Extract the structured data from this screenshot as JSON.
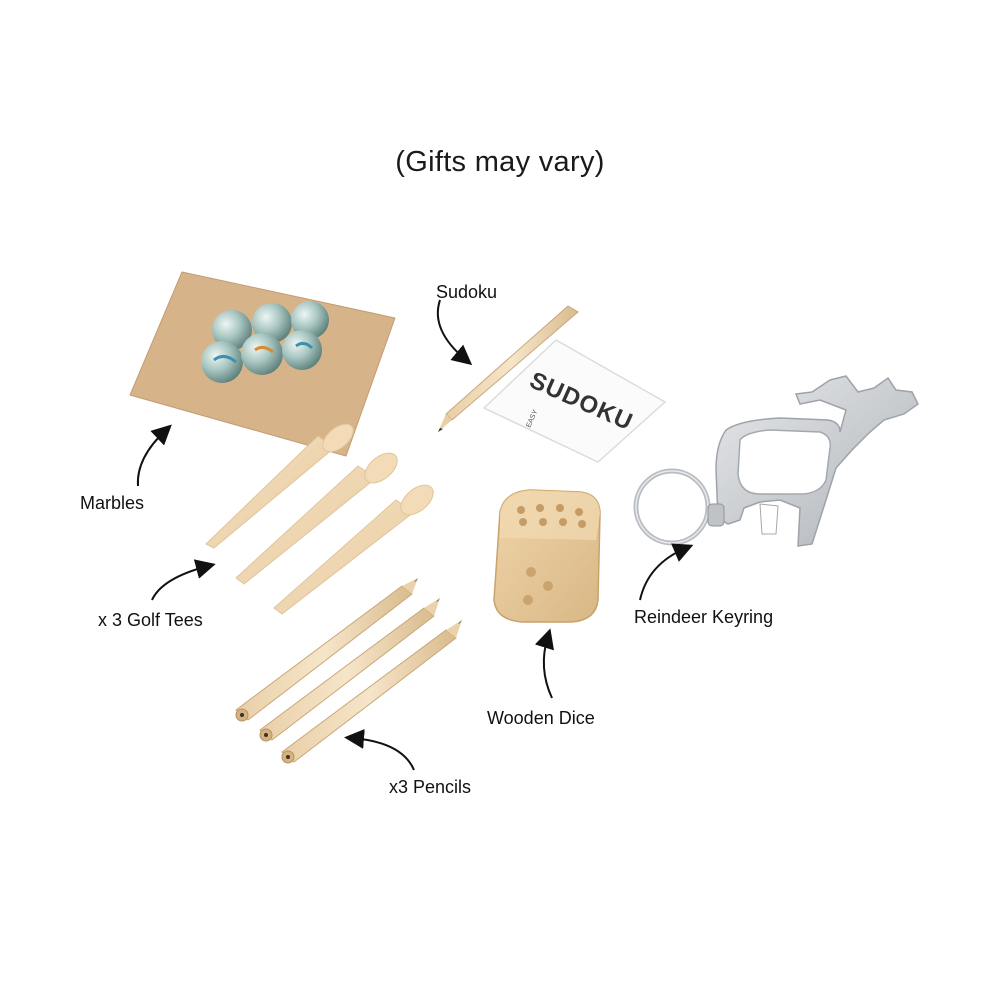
{
  "caption": "(Gifts may vary)",
  "labels": {
    "sudoku": "Sudoku",
    "marbles": "Marbles",
    "golf_tees": "x 3 Golf Tees",
    "pencils": "x3 Pencils",
    "dice": "Wooden Dice",
    "keyring": "Reindeer Keyring"
  },
  "sudoku_card": {
    "title": "SUDOKU",
    "level": "EASY"
  },
  "colors": {
    "background": "#ffffff",
    "wood": "#f0d9b5",
    "cardboard": "#d8b48c",
    "metal": "#c9ccd0",
    "marble": "#a9c3bf"
  }
}
